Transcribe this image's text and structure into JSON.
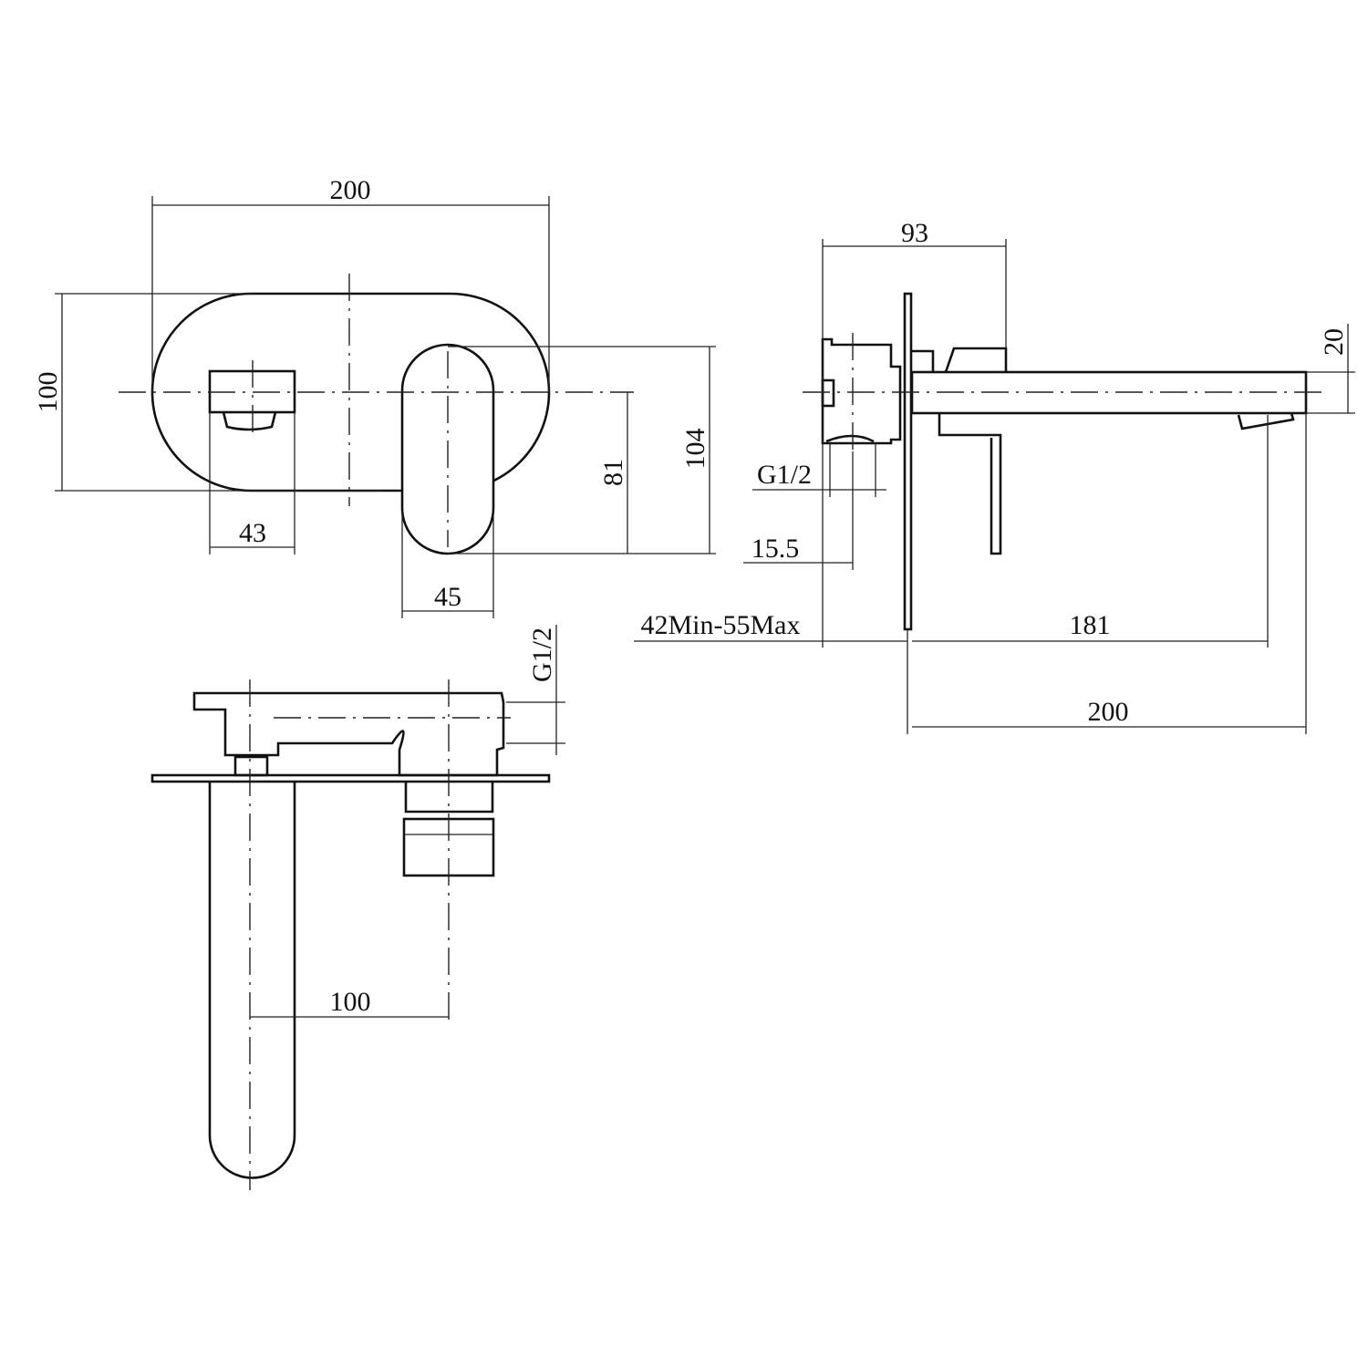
{
  "title": "Wall-mounted basin mixer dimension drawing",
  "front_view": {
    "width_label": "200",
    "height_label": "100",
    "spout_width_label": "43",
    "handle_width_label": "45",
    "handle_below_center_label": "81",
    "handle_height_label": "104"
  },
  "side_view": {
    "depth_label": "93",
    "spout_height_label": "20",
    "inlet_thread_label": "G1/2",
    "inlet_offset_label": "15.5",
    "wall_range_label": "42Min-55Max",
    "outlet_projection_label": "181",
    "spout_length_label": "200"
  },
  "top_view": {
    "centers_label": "100",
    "inlet_thread_label": "G1/2"
  },
  "colors": {
    "line": "#111111",
    "background": "#ffffff"
  }
}
